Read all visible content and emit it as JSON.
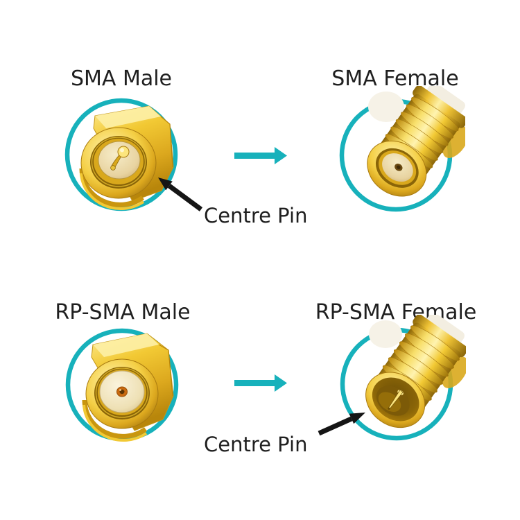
{
  "diagram": {
    "background_color": "#ffffff",
    "accent_teal": "#17b1bb",
    "pointer_black": "#151515",
    "text_color": "#1f1f1f",
    "gold_main": "#eec235",
    "gold_dark": "#8a6508",
    "panels": {
      "sma_male": {
        "label": "SMA Male",
        "connector": "sma-male-plug-with-centre-pin"
      },
      "sma_female": {
        "label": "SMA Female",
        "connector": "sma-female-jack-with-centre-socket"
      },
      "rp_sma_male": {
        "label": "RP-SMA Male",
        "connector": "rp-sma-male-plug-with-centre-socket"
      },
      "rp_sma_female": {
        "label": "RP-SMA Female",
        "connector": "rp-sma-female-jack-with-centre-pin"
      }
    },
    "annotations": {
      "top_centre_pin": {
        "text": "Centre Pin"
      },
      "bottom_centre_pin": {
        "text": "Centre Pin"
      }
    }
  }
}
